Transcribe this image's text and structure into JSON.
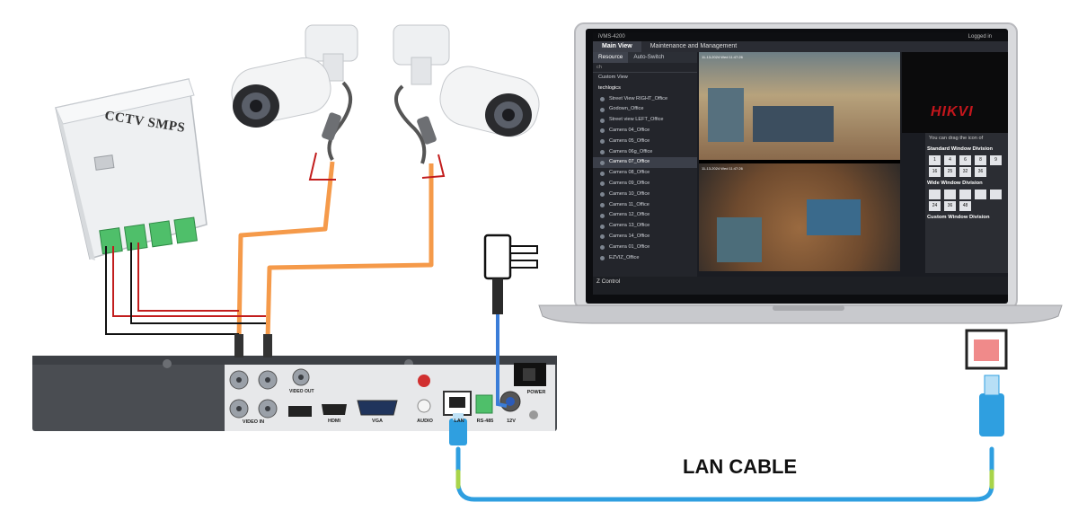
{
  "smps": {
    "title": "CCTV SMPS"
  },
  "dvr": {
    "ports": {
      "video_in": "VIDEO IN",
      "video_out": "VIDEO OUT",
      "hdmi": "HDMI",
      "vga": "VGA",
      "audio": "AUDIO",
      "lan": "LAN",
      "rs485": "RS-485",
      "power_12v": "12V",
      "power_switch": "POWER"
    }
  },
  "lan_cable_label": "LAN CABLE",
  "laptop": {
    "app_title": "iVMS-4200",
    "login": "Logged in",
    "tabs": [
      "Main View",
      "Maintenance and Management"
    ],
    "subtabs": [
      "Resource",
      "Auto-Switch"
    ],
    "search_placeholder": "ch",
    "custom_view": "Custom View",
    "group": "techlogics",
    "cameras": [
      "Street View RIGHT_Office",
      "Godown_Office",
      "Street view LEFT_Office",
      "Camera 04_Office",
      "Camera 05_Office",
      "Camera 06g_Office",
      "Camera 07_Office",
      "Camera 08_Office",
      "Camera 09_Office",
      "Camera 10_Office",
      "Camera 11_Office",
      "Camera 12_Office",
      "Camera 13_Office",
      "Camera 14_Office",
      "Camera 01_Office",
      "EZVIZ_Office"
    ],
    "selected_camera_index": 6,
    "timestamp_1": "11-13-2024 Wed 11:47:26",
    "timestamp_2": "11-13-2024 Wed 11:47:26",
    "brand": "HIKVI",
    "hint": "You can drag the icon of",
    "standard_division": "Standard Window Division",
    "standard_buttons": [
      "1",
      "4",
      "6",
      "8",
      "9",
      "16",
      "25",
      "32",
      "36"
    ],
    "wide_division": "Wide Window Division",
    "wide_buttons": [
      "",
      "",
      "",
      "",
      "",
      "24",
      "36",
      "48"
    ],
    "custom_division": "Custom Window Division",
    "ptz": "Z Control"
  },
  "colors": {
    "orange_cable": "#f59a4a",
    "blue_cable": "#3b7dd8",
    "lan_blue": "#2f9fe0",
    "lan_green": "#a8d44a",
    "rj45_red": "#f08a8a"
  }
}
